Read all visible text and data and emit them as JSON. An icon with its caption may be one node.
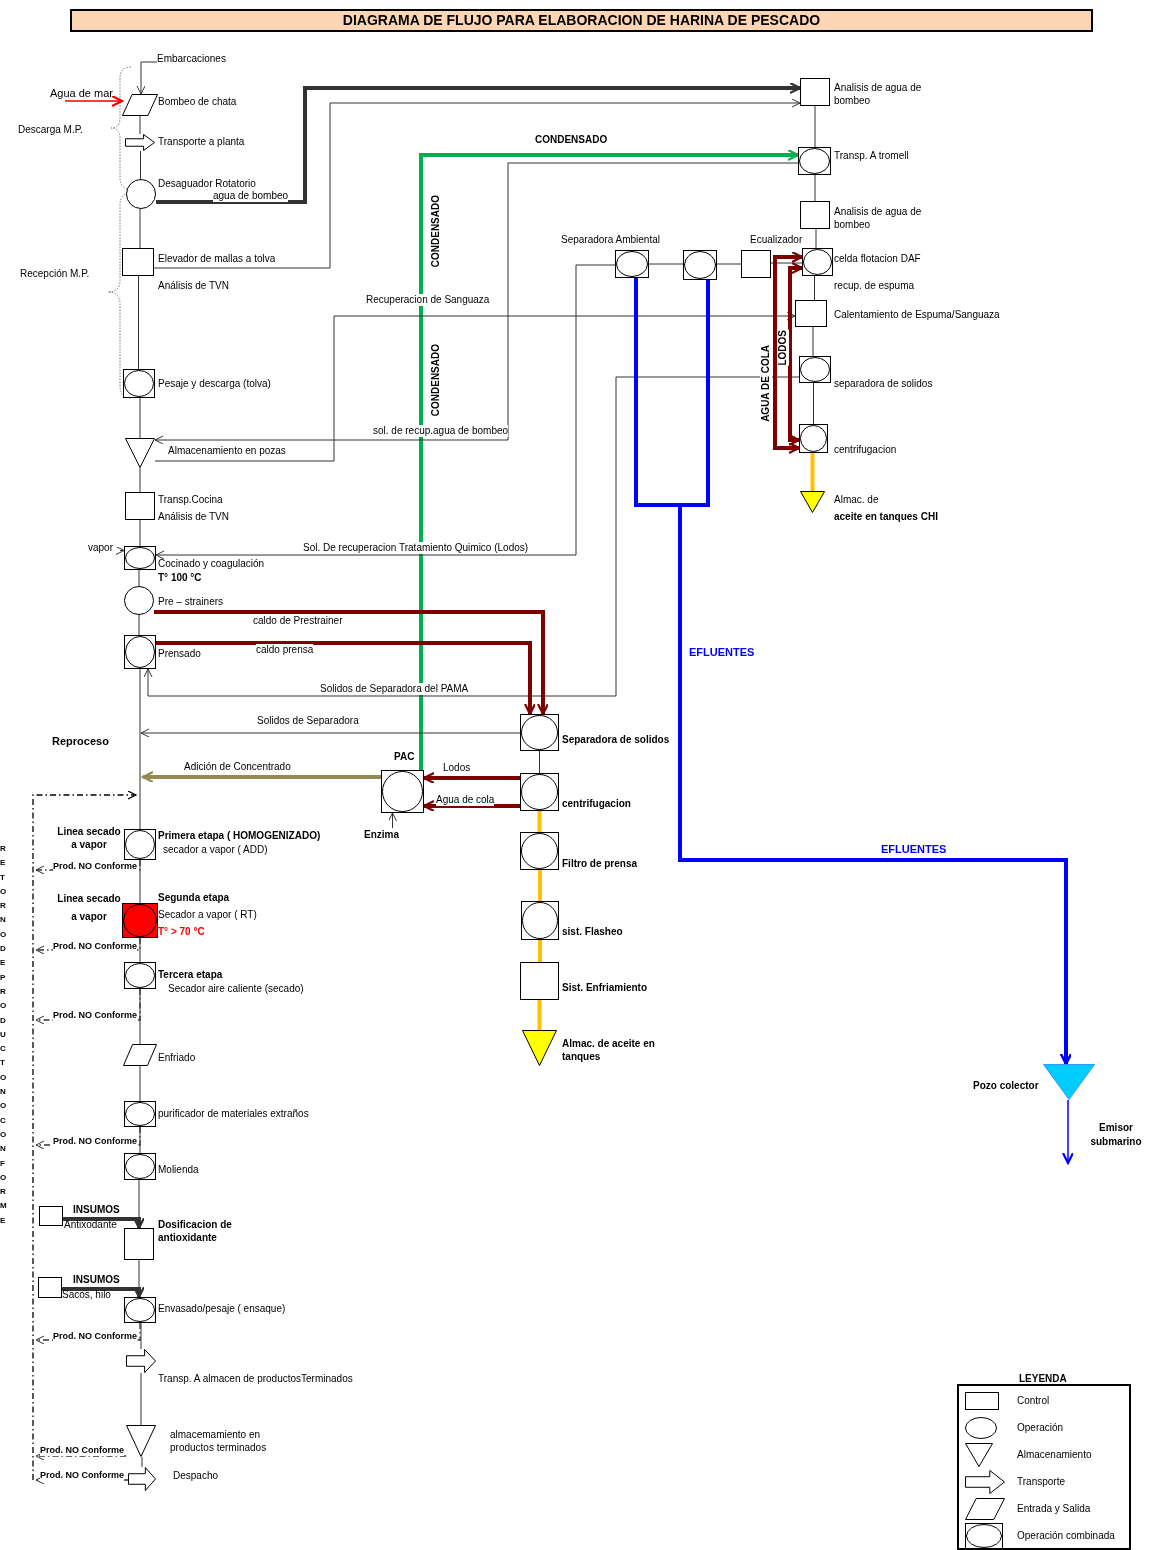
{
  "diagram": {
    "title": "DIAGRAMA DE FLUJO PARA ELABORACION DE HARINA DE PESCADO",
    "nodes": [
      {
        "text": [
          "Embarcaciones"
        ]
      },
      {
        "text": [
          "Agua de mar"
        ]
      },
      {
        "text": [],
        "shape": "parallelogram",
        "beside": [
          "Bombeo de chata"
        ]
      },
      {
        "text": [],
        "shape": "arrow",
        "beside": [
          "Transporte a planta"
        ]
      },
      {
        "text": [],
        "shape": "circle",
        "beside": [
          "Desaguador Rotatorio"
        ]
      },
      {
        "text": [],
        "shape": "box",
        "beside": [
          "Elevador de mallas a tolva",
          "Análisis de  TVN"
        ]
      },
      {
        "text": [],
        "shape": "circle-in-box",
        "beside": [
          "Pesaje y descarga (tolva)"
        ]
      },
      {
        "text": [],
        "shape": "triangle",
        "beside": [
          "Almacenamiento en pozas"
        ]
      },
      {
        "text": [],
        "shape": "box",
        "beside": [
          "Transp.Cocina",
          "Análisis de  TVN"
        ]
      },
      {
        "text": [
          "vapor"
        ]
      },
      {
        "text": [],
        "shape": "circle-in-box",
        "beside": [
          "Cocinado y coagulación",
          "T° 100 °C"
        ]
      },
      {
        "text": [],
        "shape": "circle",
        "beside": [
          "Pre – strainers"
        ]
      },
      {
        "text": [],
        "shape": "circle-in-box",
        "beside": [
          "Prensado"
        ]
      },
      {
        "text": [],
        "shape": "circle-in-box",
        "beside": [
          "Primera etapa ( HOMOGENIZADO)",
          "secador a vapor ( ADD)"
        ]
      },
      {
        "text": [],
        "shape": "circle-in-box",
        "beside": [
          "Segunda etapa",
          "Secador a vapor ( RT)",
          "T° > 70 °C"
        ]
      },
      {
        "text": [],
        "shape": "circle-in-box",
        "beside": [
          "Tercera etapa",
          "Secador aire caliente (secado)"
        ]
      },
      {
        "text": [],
        "shape": "parallelogram",
        "beside": [
          "Enfriado"
        ]
      },
      {
        "text": [],
        "shape": "circle-in-box",
        "beside": [
          "purificador de materiales extraños"
        ]
      },
      {
        "text": [],
        "shape": "circle-in-box",
        "beside": [
          "Molienda"
        ]
      },
      {
        "text": [],
        "shape": "box",
        "beside": [
          "Dosificacion de antioxidante"
        ]
      },
      {
        "text": [],
        "shape": "box",
        "beside": [
          "Antixodante"
        ]
      },
      {
        "text": [],
        "shape": "box",
        "beside": [
          "Sacos, hilo"
        ]
      },
      {
        "text": [],
        "shape": "circle-in-box",
        "beside": [
          "Envasado/pesaje ( ensaque)"
        ]
      },
      {
        "text": [],
        "shape": "arrow",
        "beside": [
          "Transp. A  almacen de productosTerminados"
        ]
      },
      {
        "text": [],
        "shape": "triangle",
        "beside": [
          "almacemamiento en productos terminados"
        ]
      },
      {
        "text": [],
        "shape": "arrow",
        "beside": [
          "Despacho"
        ]
      },
      {
        "text": [],
        "shape": "box",
        "beside": [
          "Analisis de agua de bombeo"
        ]
      },
      {
        "text": [],
        "shape": "circle-in-box",
        "beside": [
          "Transp. A tromell"
        ]
      },
      {
        "text": [],
        "shape": "box",
        "beside": [
          "Analisis de agua de bombeo"
        ]
      },
      {
        "text": [],
        "shape": "circle-in-box",
        "beside": [
          "celda flotacion DAF",
          "recup. de espuma"
        ]
      },
      {
        "text": [],
        "shape": "box",
        "beside": [
          "Calentamiento de Espuma/Sanguaza"
        ]
      },
      {
        "text": [],
        "shape": "circle-in-box",
        "beside": [
          "separadora de solidos"
        ]
      },
      {
        "text": [],
        "shape": "circle-in-box",
        "beside": [
          "centrifugacion"
        ]
      },
      {
        "text": [],
        "shape": "triangle",
        "beside": [
          "Almac. de",
          "aceite en tanques CHI"
        ]
      },
      {
        "text": [],
        "shape": "circle-in-box",
        "beside": [
          "Separadora Ambiental"
        ]
      },
      {
        "text": [],
        "shape": "circle-in-box"
      },
      {
        "text": [],
        "shape": "box",
        "beside": [
          "Ecualizador"
        ]
      },
      {
        "text": [],
        "shape": "circle-in-box",
        "beside": [
          "Separadora de solidos"
        ]
      },
      {
        "text": [],
        "shape": "circle-in-box",
        "beside": [
          "centrifugacion"
        ]
      },
      {
        "text": [],
        "shape": "circle-in-box",
        "beside": [
          "Filtro de prensa"
        ]
      },
      {
        "text": [],
        "shape": "circle-in-box",
        "beside": [
          "sist. Flasheo"
        ]
      },
      {
        "text": [],
        "shape": "box",
        "beside": [
          "Sist. Enfriamiento"
        ]
      },
      {
        "text": [],
        "shape": "triangle",
        "beside": [
          "Almac. de aceite en tanques"
        ]
      },
      {
        "text": [],
        "shape": "circle-in-box",
        "beside": [
          "PAC"
        ]
      },
      {
        "text": [
          "Enzima"
        ]
      },
      {
        "text": [],
        "shape": "triangle",
        "beside": [
          "Pozo colector"
        ]
      }
    ],
    "edges": [
      {
        "from": 0,
        "to": 2,
        "arrow": "to"
      },
      {
        "from": 1,
        "to": 2,
        "arrow": "to",
        "color": "#ff0000"
      },
      {
        "from": 2,
        "to": 3,
        "arrow": "none"
      },
      {
        "from": 3,
        "to": 4,
        "arrow": "none"
      },
      {
        "from": 4,
        "to": 5,
        "arrow": "none"
      },
      {
        "from": 5,
        "to": 6,
        "arrow": "none"
      },
      {
        "from": 6,
        "to": 7,
        "arrow": "none"
      },
      {
        "from": 7,
        "to": 8,
        "arrow": "none"
      },
      {
        "from": 8,
        "to": 10,
        "arrow": "none"
      },
      {
        "from": 9,
        "to": 10,
        "arrow": "to"
      },
      {
        "from": 10,
        "to": 11,
        "arrow": "none"
      },
      {
        "from": 11,
        "to": 12,
        "arrow": "none"
      },
      {
        "from": 12,
        "to": 13,
        "arrow": "none"
      },
      {
        "from": 13,
        "to": 14,
        "arrow": "none"
      },
      {
        "from": 14,
        "to": 15,
        "arrow": "none"
      },
      {
        "from": 15,
        "to": 16,
        "arrow": "none"
      },
      {
        "from": 16,
        "to": 17,
        "arrow": "none"
      },
      {
        "from": 17,
        "to": 18,
        "arrow": "none"
      },
      {
        "from": 18,
        "to": 19,
        "arrow": "none"
      },
      {
        "from": 19,
        "to": 22,
        "arrow": "none"
      },
      {
        "from": 22,
        "to": 23,
        "arrow": "none"
      },
      {
        "from": 23,
        "to": 24,
        "arrow": "none"
      },
      {
        "from": 24,
        "to": 25,
        "arrow": "none"
      },
      {
        "from": 20,
        "to": 19,
        "arrow": "to",
        "label": "INSUMOS",
        "style": "thick"
      },
      {
        "from": 21,
        "to": 22,
        "arrow": "to",
        "label": "INSUMOS",
        "style": "thick"
      },
      {
        "from": 4,
        "to": 26,
        "arrow": "to",
        "label": "agua de bombeo",
        "style": "thick"
      },
      {
        "from": 5,
        "to": 26,
        "arrow": "to"
      },
      {
        "from": 43,
        "to": 27,
        "arrow": "to",
        "label": "CONDENSADO",
        "style": "thick",
        "color": "#00b050"
      },
      {
        "from": 27,
        "to": 7,
        "arrow": "to",
        "label": "sol. de recup.agua de bombeo"
      },
      {
        "from": 7,
        "to": 30,
        "arrow": "to",
        "label": "Recuperacion de Sanguaza"
      },
      {
        "from": 34,
        "to": 10,
        "arrow": "to",
        "label": "Sol. De recuperacion Tratamiento Quimico (Lodos)"
      },
      {
        "from": 31,
        "to": 12,
        "arrow": "to",
        "label": "Solidos de Separadora del PAMA"
      },
      {
        "from": 26,
        "to": 27,
        "arrow": "none"
      },
      {
        "from": 27,
        "to": 28,
        "arrow": "none"
      },
      {
        "from": 28,
        "to": 29,
        "arrow": "none"
      },
      {
        "from": 29,
        "to": 30,
        "arrow": "none"
      },
      {
        "from": 30,
        "to": 31,
        "arrow": "none"
      },
      {
        "from": 31,
        "to": 32,
        "arrow": "none"
      },
      {
        "from": 32,
        "to": 33,
        "arrow": "none",
        "style": "thick",
        "color": "#ffc000"
      },
      {
        "from": 34,
        "to": 35,
        "arrow": "none"
      },
      {
        "from": 35,
        "to": 36,
        "arrow": "none"
      },
      {
        "from": 36,
        "to": 29,
        "arrow": "none"
      },
      {
        "from": 32,
        "to": 29,
        "arrow": "both",
        "label": "AGUA DE COLA",
        "style": "thick",
        "color": "#7f0000"
      },
      {
        "from": 32,
        "to": 29,
        "arrow": "both",
        "label": "LODOS",
        "style": "thick",
        "color": "#7f0000"
      },
      {
        "from": 11,
        "to": 37,
        "arrow": "to",
        "label": "caldo de Prestrainer",
        "style": "thick",
        "color": "#7f0000"
      },
      {
        "from": 12,
        "to": 37,
        "arrow": "to",
        "label": "caldo prensa",
        "style": "thick",
        "color": "#7f0000"
      },
      {
        "from": 37,
        "to": null,
        "arrow": "to",
        "label": "Solidos de Separadora"
      },
      {
        "from": 37,
        "to": 38,
        "arrow": "none"
      },
      {
        "from": 38,
        "to": 39,
        "arrow": "none",
        "style": "thick",
        "color": "#ffc000"
      },
      {
        "from": 39,
        "to": 40,
        "arrow": "none",
        "style": "thick",
        "color": "#ffc000"
      },
      {
        "from": 40,
        "to": 41,
        "arrow": "none",
        "style": "thick",
        "color": "#ffc000"
      },
      {
        "from": 41,
        "to": 42,
        "arrow": "none",
        "style": "thick",
        "color": "#ffc000"
      },
      {
        "from": 38,
        "to": 43,
        "arrow": "to",
        "label": "Lodos",
        "style": "thick",
        "color": "#7f0000"
      },
      {
        "from": 38,
        "to": 43,
        "arrow": "to",
        "label": "Agua de cola",
        "style": "thick",
        "color": "#7f0000"
      },
      {
        "from": 43,
        "to": null,
        "arrow": "to",
        "label": "Adición de Concentrado",
        "style": "thick",
        "color": "#948a54"
      },
      {
        "from": 44,
        "to": 43,
        "arrow": "to"
      },
      {
        "from": 34,
        "to": 45,
        "arrow": "to",
        "label": "EFLUENTES",
        "style": "thick",
        "color": "#0000ff"
      },
      {
        "from": 35,
        "to": 45,
        "arrow": "to",
        "label": "EFLUENTES",
        "style": "thick",
        "color": "#0000ff"
      },
      {
        "from": 45,
        "to": null,
        "arrow": "to",
        "color": "#0000ff"
      },
      {
        "from": 13,
        "to": null,
        "arrow": "to",
        "label": "Prod. NO Conforme",
        "style": "dashed"
      },
      {
        "from": 14,
        "to": null,
        "arrow": "to",
        "label": "Prod. NO Conforme",
        "style": "dashed"
      },
      {
        "from": 15,
        "to": null,
        "arrow": "to",
        "label": "Prod. NO Conforme",
        "style": "dashed"
      },
      {
        "from": 17,
        "to": null,
        "arrow": "to",
        "label": "Prod. NO Conforme",
        "style": "dashed"
      },
      {
        "from": 22,
        "to": null,
        "arrow": "to",
        "label": "Prod. NO Conforme",
        "style": "dashed"
      },
      {
        "from": 24,
        "to": null,
        "arrow": "to",
        "label": "Prod. NO Conforme",
        "style": "dashed"
      },
      {
        "from": 25,
        "to": null,
        "arrow": "to",
        "label": "Prod. NO Conforme",
        "style": "dashed"
      }
    ],
    "labels": [
      "Descarga M.P.",
      "Recepción M.P.",
      "CONDENSADO",
      "CONDENSADO",
      "Reproceso",
      "Linea secado a vapor",
      "Linea secado a vapor",
      "RETORNO DE PRODUCTO NO CONFORME",
      "Emisor submarino",
      "LEYENDA"
    ],
    "legend": [
      {
        "text": "Control"
      },
      {
        "text": "Operación"
      },
      {
        "text": "Almacenamiento"
      },
      {
        "text": "Transporte"
      },
      {
        "text": "Entrada y Salida"
      },
      {
        "text": "Operación combinada"
      }
    ]
  }
}
